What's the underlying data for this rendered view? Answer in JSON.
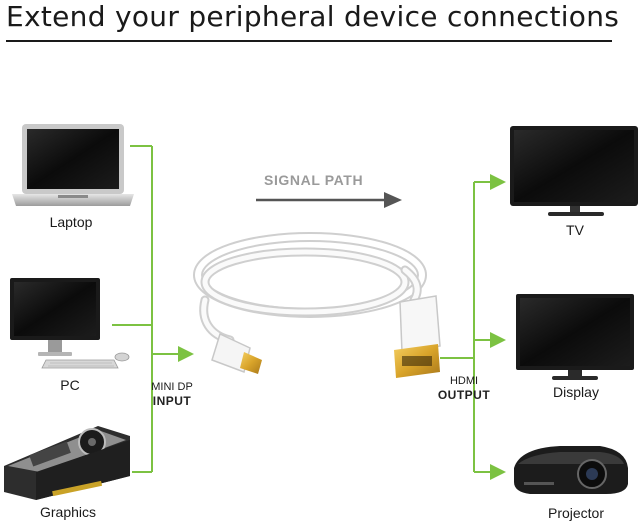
{
  "header": {
    "title": "Extend your peripheral device connections"
  },
  "signal": {
    "label": "SIGNAL PATH"
  },
  "input": {
    "line1": "MINI DP",
    "line2": "INPUT"
  },
  "output": {
    "line1": "HDMI",
    "line2": "OUTPUT"
  },
  "sources": [
    {
      "label": "Laptop",
      "icon": "laptop-icon"
    },
    {
      "label": "PC",
      "icon": "desktop-pc-icon"
    },
    {
      "label": "Graphics",
      "icon": "graphics-card-icon"
    }
  ],
  "destinations": [
    {
      "label": "TV",
      "icon": "tv-icon"
    },
    {
      "label": "Display",
      "icon": "monitor-icon"
    },
    {
      "label": "Projector",
      "icon": "projector-icon"
    }
  ],
  "colors": {
    "connector": "#7cc242",
    "arrow": "#555555",
    "signal_text": "#9a9a9a",
    "gold": "#d9a42a"
  }
}
